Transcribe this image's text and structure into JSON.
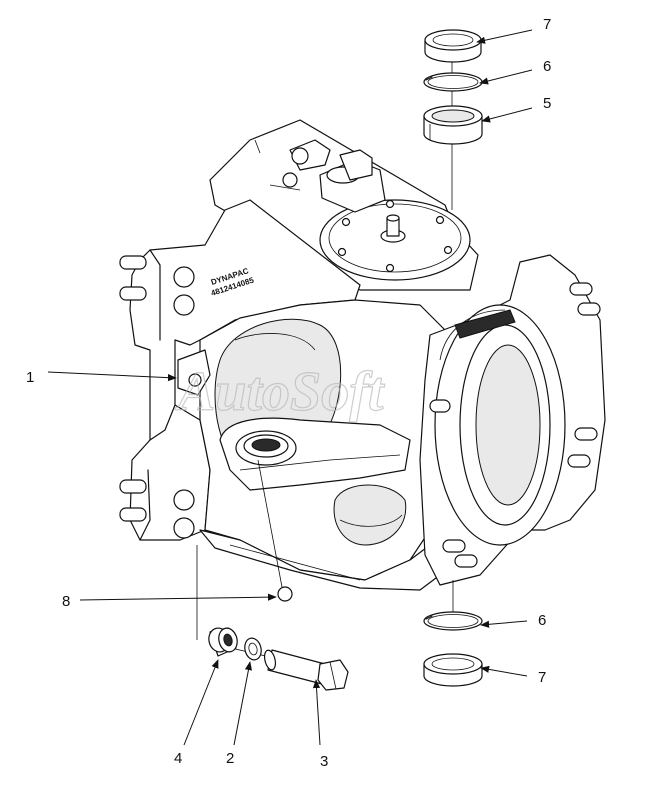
{
  "watermark": "AutoSoft",
  "stamp_text": [
    "DYNAPAC",
    "4812414085"
  ],
  "callouts": [
    {
      "id": "c7-top",
      "label": "7"
    },
    {
      "id": "c6-top",
      "label": "6"
    },
    {
      "id": "c5",
      "label": "5"
    },
    {
      "id": "c1",
      "label": "1"
    },
    {
      "id": "c8",
      "label": "8"
    },
    {
      "id": "c6-bottom",
      "label": "6"
    },
    {
      "id": "c7-bottom",
      "label": "7"
    },
    {
      "id": "c4",
      "label": "4"
    },
    {
      "id": "c2",
      "label": "2"
    },
    {
      "id": "c3",
      "label": "3"
    }
  ]
}
